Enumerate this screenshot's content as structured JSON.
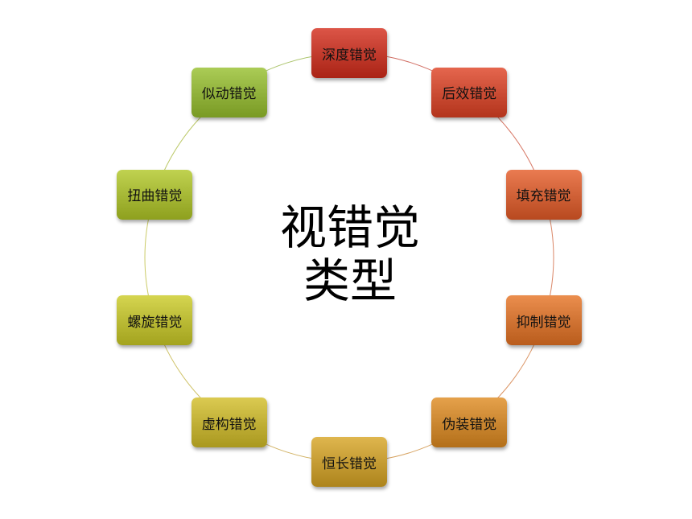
{
  "center": {
    "line1": "视错觉",
    "line2": "类型"
  },
  "nodes": [
    {
      "label": "深度错觉",
      "color": "#c0392b"
    },
    {
      "label": "后效错觉",
      "color": "#c94a32"
    },
    {
      "label": "填充错觉",
      "color": "#ce5f35"
    },
    {
      "label": "抑制错觉",
      "color": "#cf7232"
    },
    {
      "label": "伪装错觉",
      "color": "#c9852f"
    },
    {
      "label": "恒长错觉",
      "color": "#c39a32"
    },
    {
      "label": "虚构错觉",
      "color": "#bfae35"
    },
    {
      "label": "螺旋错觉",
      "color": "#b9b934"
    },
    {
      "label": "扭曲错觉",
      "color": "#a4b634"
    },
    {
      "label": "似动错觉",
      "color": "#8fb03a"
    }
  ]
}
